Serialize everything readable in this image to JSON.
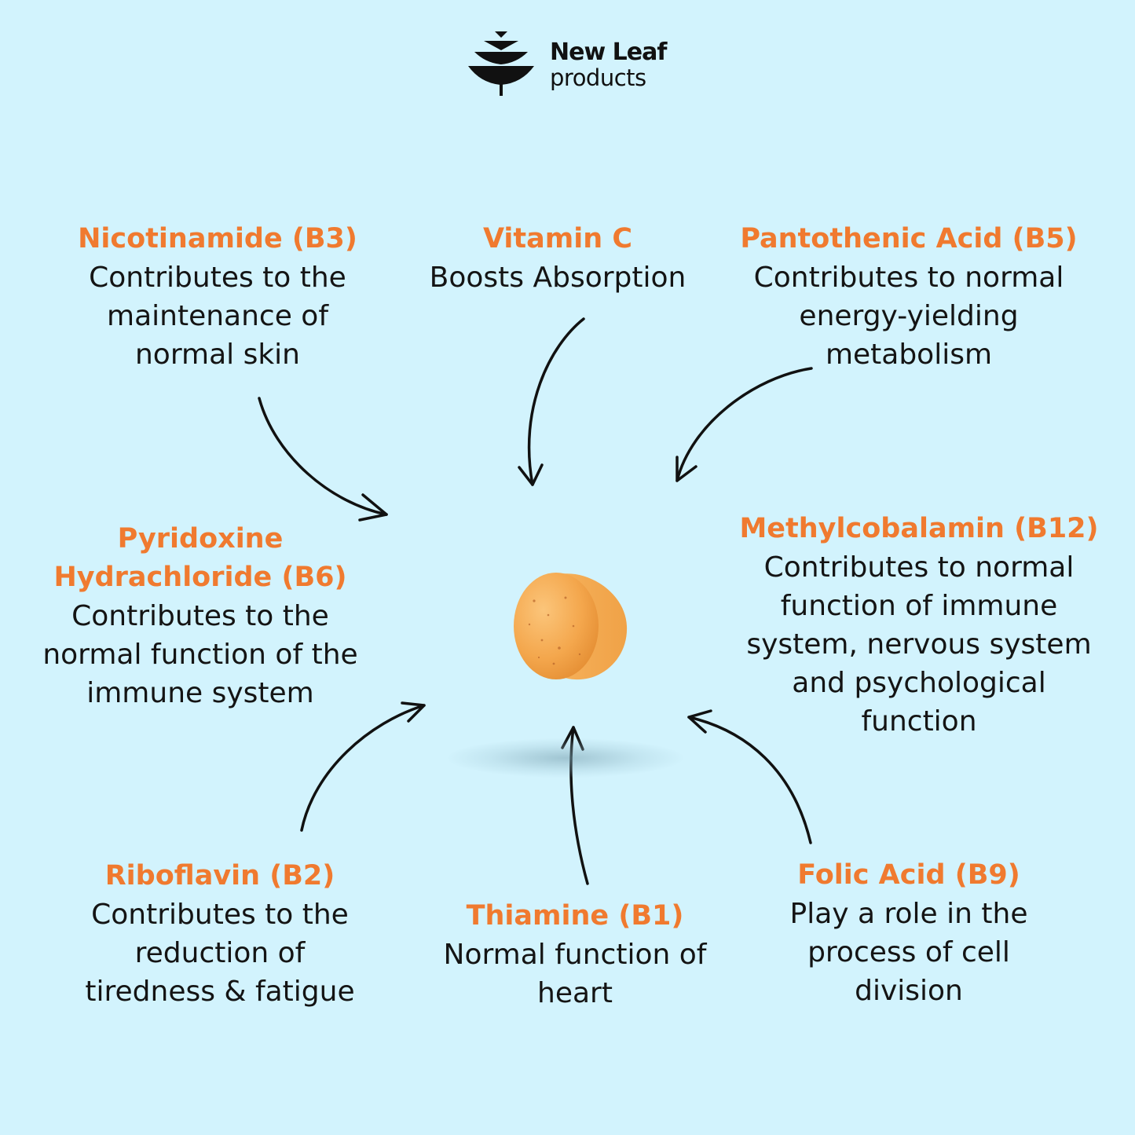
{
  "brand": {
    "name": "New Leaf",
    "sub": "products"
  },
  "colors": {
    "background": "#d2f3fd",
    "accent": "#f07a2f",
    "text": "#141414"
  },
  "center_image": "orange-tablet",
  "items": [
    {
      "title": "Nicotinamide (B3)",
      "lines": [
        "Contributes to the",
        "maintenance of",
        "normal skin"
      ]
    },
    {
      "title": "Vitamin C",
      "lines": [
        "Boosts Absorption"
      ]
    },
    {
      "title": "Pantothenic Acid (B5)",
      "lines": [
        "Contributes to normal",
        "energy-yielding",
        "metabolism"
      ]
    },
    {
      "title_lines": [
        "Pyridoxine",
        "Hydrachloride (B6)"
      ],
      "lines": [
        "Contributes to the",
        "normal function of the",
        "immune system"
      ]
    },
    {
      "title": "Methylcobalamin (B12)",
      "lines": [
        "Contributes to normal",
        "function of immune",
        "system, nervous system",
        "and psychological",
        "function"
      ]
    },
    {
      "title": "Riboflavin (B2)",
      "lines": [
        "Contributes to the",
        "reduction of",
        "tiredness & fatigue"
      ]
    },
    {
      "title": "Thiamine (B1)",
      "lines": [
        "Normal function of",
        "heart"
      ]
    },
    {
      "title": "Folic Acid (B9)",
      "lines": [
        "Play a role in the",
        "process of cell",
        "division"
      ]
    }
  ]
}
